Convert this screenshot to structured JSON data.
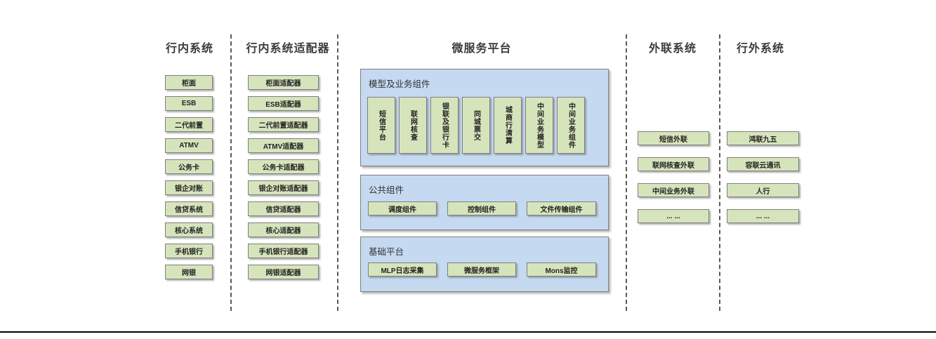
{
  "diagram": {
    "headers": {
      "col1": "行内系统",
      "col2": "行内系统适配器",
      "col3": "微服务平台",
      "col4": "外联系统",
      "col5": "行外系统"
    },
    "col1_items": [
      "柜面",
      "ESB",
      "二代前置",
      "ATMV",
      "公务卡",
      "银企对账",
      "信贷系统",
      "核心系统",
      "手机银行",
      "网银"
    ],
    "col2_items": [
      "柜面适配器",
      "ESB适配器",
      "二代前置适配器",
      "ATMV适配器",
      "公务卡适配器",
      "银企对账适配器",
      "信贷适配器",
      "核心适配器",
      "手机银行适配器",
      "网银适配器"
    ],
    "platform_panels": [
      {
        "label": "模型及业务组件",
        "items": [
          "短信平台",
          "联网核查",
          "银联及银行卡",
          "同城票交",
          "城商行清算",
          "中间业务模型",
          "中间业务组件"
        ]
      },
      {
        "label": "公共组件",
        "items": [
          "调度组件",
          "控制组件",
          "文件传输组件"
        ]
      },
      {
        "label": "基础平台",
        "items": [
          "MLP日志采集",
          "微服务框架",
          "Mons监控"
        ]
      }
    ],
    "col4_items": [
      "短信外联",
      "联网核查外联",
      "中间业务外联",
      "... ...",
      ""
    ],
    "col5_items": [
      "鸿联九五",
      "容联云通讯",
      "人行",
      "... ..."
    ],
    "colors": {
      "box_fill": "#d6e4bc",
      "panel_fill": "#c5d9f1",
      "border": "#7f7f7f"
    }
  }
}
